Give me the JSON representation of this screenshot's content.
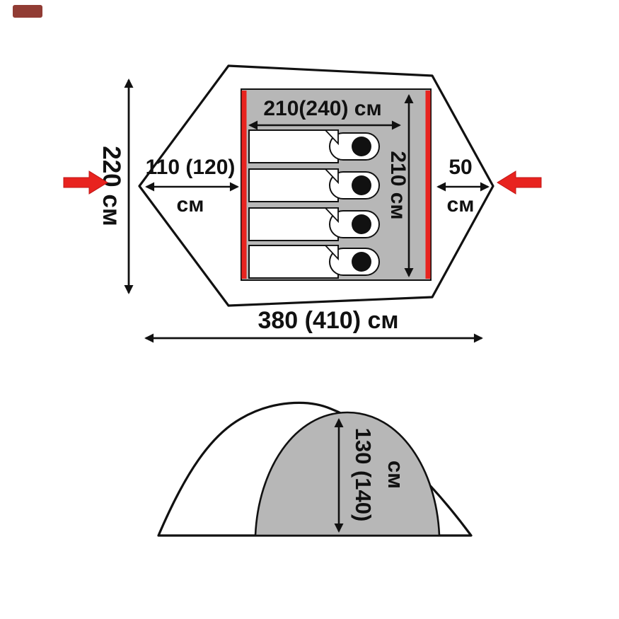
{
  "diagram": {
    "type": "tent-dimension-diagram",
    "colors": {
      "outline": "#111111",
      "floor_gray": "#b7b7b7",
      "accent_red": "#e8231f",
      "background": "#ffffff",
      "watermark": "#7e1a10"
    },
    "top_view": {
      "inner_width": "210(240) см",
      "inner_depth": "210 см",
      "left_vestibule_value": "110 (120)",
      "left_vestibule_unit": "см",
      "right_vestibule_value": "50",
      "right_vestibule_unit": "см",
      "overall_width": "220 см",
      "overall_length": "380 (410) см",
      "sleeping_places": 4
    },
    "side_view": {
      "inner_height_value": "130 (140)",
      "inner_height_unit": "см"
    }
  }
}
